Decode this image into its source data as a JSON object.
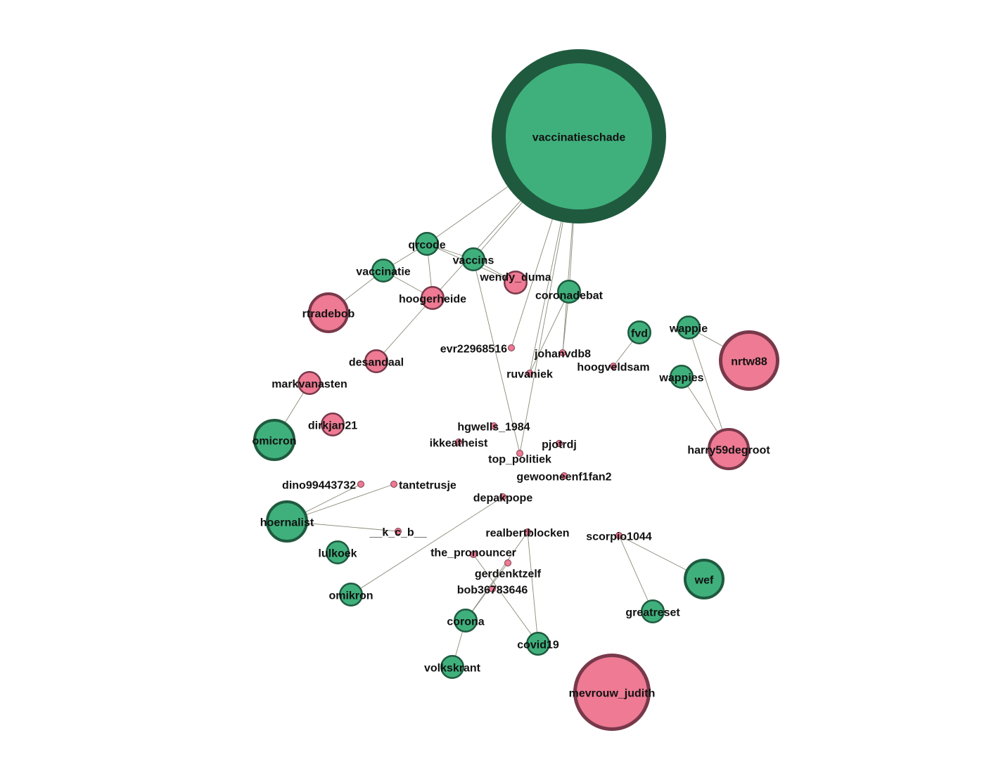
{
  "colors": {
    "topic_fill": "#3fb07c",
    "topic_stroke": "#1f5a3f",
    "user_fill": "#ee7a93",
    "user_stroke": "#78394a",
    "edge": "#8a8a7a"
  },
  "nodes": [
    {
      "id": "vaccinatieschade",
      "type": "topic"
    },
    {
      "id": "qrcode",
      "type": "topic"
    },
    {
      "id": "vaccins",
      "type": "topic"
    },
    {
      "id": "vaccinatie",
      "type": "topic"
    },
    {
      "id": "hoogerheide",
      "type": "user"
    },
    {
      "id": "wendy_duma",
      "type": "user"
    },
    {
      "id": "coronadebat",
      "type": "topic"
    },
    {
      "id": "rtradebob",
      "type": "user"
    },
    {
      "id": "desandaal",
      "type": "user"
    },
    {
      "id": "markvanasten",
      "type": "user"
    },
    {
      "id": "dirkjan21",
      "type": "user"
    },
    {
      "id": "omicron",
      "type": "topic"
    },
    {
      "id": "fvd",
      "type": "topic"
    },
    {
      "id": "wappie",
      "type": "topic"
    },
    {
      "id": "nrtw88",
      "type": "user"
    },
    {
      "id": "wappies",
      "type": "topic"
    },
    {
      "id": "harry59degroot",
      "type": "user"
    },
    {
      "id": "evr22968516",
      "type": "user"
    },
    {
      "id": "johanvdb8",
      "type": "user"
    },
    {
      "id": "hoogveldsam",
      "type": "user"
    },
    {
      "id": "ruvaniek",
      "type": "user"
    },
    {
      "id": "hgwells_1984",
      "type": "user"
    },
    {
      "id": "ikkeatheist",
      "type": "user"
    },
    {
      "id": "pjotrdj",
      "type": "user"
    },
    {
      "id": "top_politiek",
      "type": "user"
    },
    {
      "id": "gewooneenf1fan2",
      "type": "user"
    },
    {
      "id": "dino99443732",
      "type": "user"
    },
    {
      "id": "tantetrusje",
      "type": "user"
    },
    {
      "id": "depakpope",
      "type": "user"
    },
    {
      "id": "hoernalist",
      "type": "topic"
    },
    {
      "id": "__k_c_b__",
      "type": "user"
    },
    {
      "id": "realbertblocken",
      "type": "user"
    },
    {
      "id": "scorpio1044",
      "type": "user"
    },
    {
      "id": "lulkoek",
      "type": "topic"
    },
    {
      "id": "the_pronouncer",
      "type": "user"
    },
    {
      "id": "gerdenktzelf",
      "type": "user"
    },
    {
      "id": "wef",
      "type": "topic"
    },
    {
      "id": "omikron",
      "type": "topic"
    },
    {
      "id": "bob36783646",
      "type": "user"
    },
    {
      "id": "corona",
      "type": "topic"
    },
    {
      "id": "greatreset",
      "type": "topic"
    },
    {
      "id": "covid19",
      "type": "topic"
    },
    {
      "id": "volkskrant",
      "type": "topic"
    },
    {
      "id": "mevrouw_judith",
      "type": "user"
    }
  ],
  "edges": [
    [
      "vaccinatieschade",
      "qrcode"
    ],
    [
      "vaccinatieschade",
      "vaccins"
    ],
    [
      "vaccinatieschade",
      "hoogerheide"
    ],
    [
      "vaccinatieschade",
      "evr22968516"
    ],
    [
      "vaccinatieschade",
      "ruvaniek"
    ],
    [
      "vaccinatieschade",
      "top_politiek"
    ],
    [
      "vaccinatieschade",
      "coronadebat"
    ],
    [
      "vaccinatieschade",
      "johanvdb8"
    ],
    [
      "qrcode",
      "vaccinatie"
    ],
    [
      "qrcode",
      "hoogerheide"
    ],
    [
      "qrcode",
      "vaccins"
    ],
    [
      "qrcode",
      "wendy_duma"
    ],
    [
      "vaccins",
      "wendy_duma"
    ],
    [
      "vaccins",
      "top_politiek"
    ],
    [
      "vaccinatie",
      "rtradebob"
    ],
    [
      "vaccinatie",
      "hoogerheide"
    ],
    [
      "hoogerheide",
      "desandaal"
    ],
    [
      "coronadebat",
      "ruvaniek"
    ],
    [
      "coronadebat",
      "johanvdb8"
    ],
    [
      "markvanasten",
      "omicron"
    ],
    [
      "fvd",
      "hoogveldsam"
    ],
    [
      "wappie",
      "nrtw88"
    ],
    [
      "wappie",
      "harry59degroot"
    ],
    [
      "wappies",
      "harry59degroot"
    ],
    [
      "hoernalist",
      "dino99443732"
    ],
    [
      "hoernalist",
      "tantetrusje"
    ],
    [
      "hoernalist",
      "__k_c_b__"
    ],
    [
      "omikron",
      "depakpope"
    ],
    [
      "realbertblocken",
      "corona"
    ],
    [
      "realbertblocken",
      "covid19"
    ],
    [
      "gerdenktzelf",
      "corona"
    ],
    [
      "the_pronouncer",
      "covid19"
    ],
    [
      "corona",
      "volkskrant"
    ],
    [
      "scorpio1044",
      "wef"
    ],
    [
      "scorpio1044",
      "greatreset"
    ]
  ]
}
